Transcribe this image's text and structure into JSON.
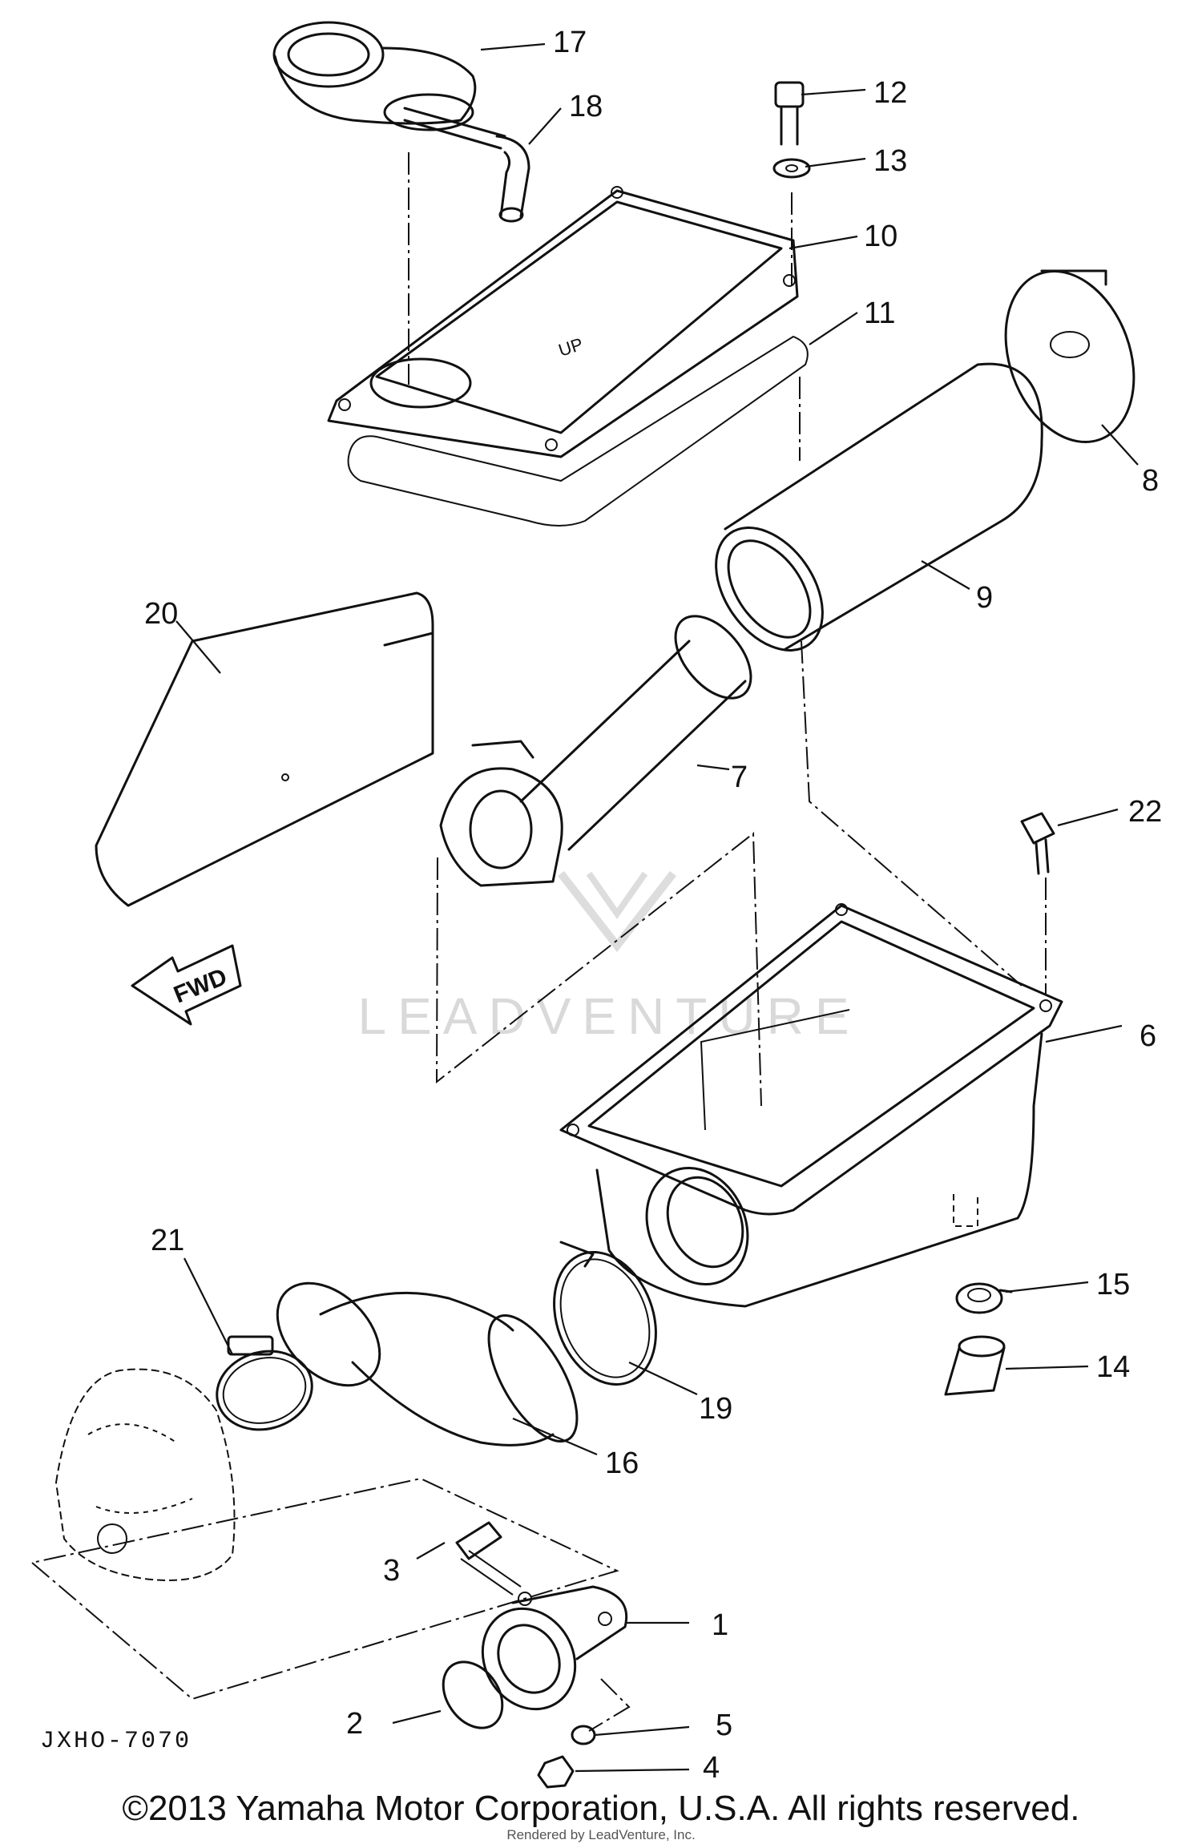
{
  "callouts": [
    "1",
    "2",
    "3",
    "4",
    "5",
    "6",
    "7",
    "8",
    "9",
    "10",
    "11",
    "12",
    "13",
    "14",
    "15",
    "16",
    "17",
    "18",
    "19",
    "20",
    "21",
    "22"
  ],
  "direction_label": "FWD",
  "drawing_ref": "JXHO-7070",
  "watermark": "LEADVENTURE",
  "copyright": "©2013 Yamaha Motor Corporation, U.S.A. All rights reserved.",
  "rendered_by": "Rendered by LeadVenture, Inc."
}
